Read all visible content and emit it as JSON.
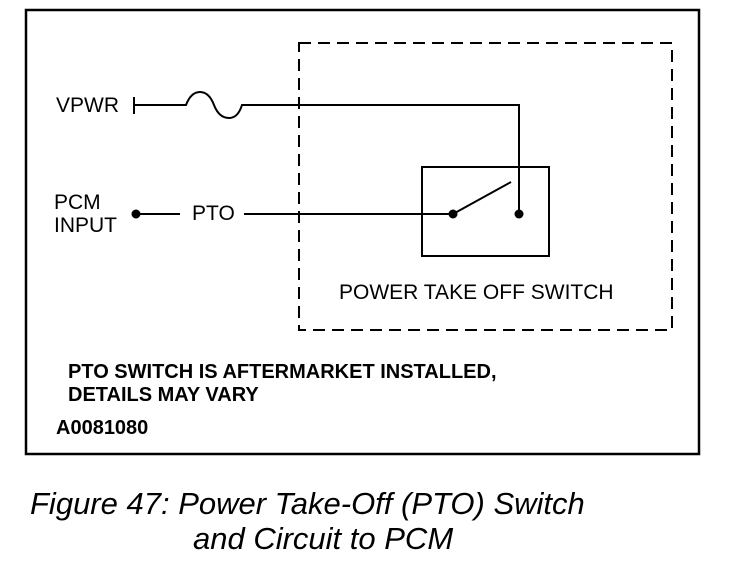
{
  "diagram": {
    "vpwr_label": "VPWR",
    "pcm_input_line1": "PCM",
    "pcm_input_line2": "INPUT",
    "pto_label": "PTO",
    "switch_caption": "POWER TAKE OFF SWITCH",
    "note_line1": "PTO SWITCH IS AFTERMARKET INSTALLED,",
    "note_line2": "DETAILS MAY VARY",
    "figure_id": "A0081080"
  },
  "caption": {
    "line1": "Figure 47: Power Take-Off (PTO) Switch",
    "line2": "and Circuit to PCM"
  }
}
